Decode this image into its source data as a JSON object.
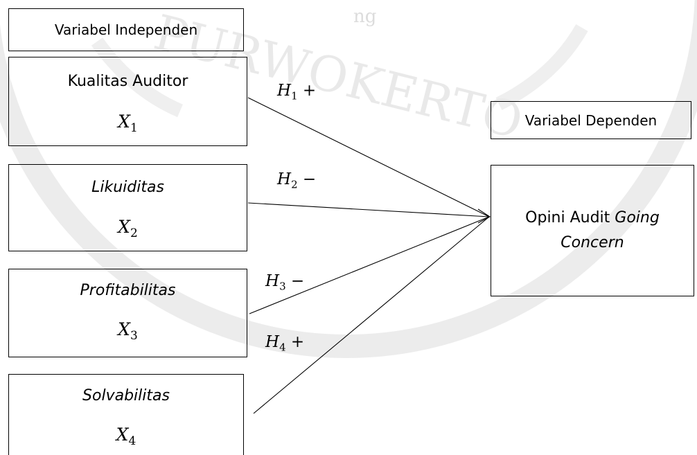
{
  "watermark": {
    "text": "PURWOKERTO",
    "fragment": "ng"
  },
  "independent": {
    "header": "Variabel Independen",
    "variables": [
      {
        "name": "Kualitas Auditor",
        "italic": false,
        "symbol": "X",
        "subscript": "1"
      },
      {
        "name": "Likuiditas",
        "italic": true,
        "symbol": "X",
        "subscript": "2"
      },
      {
        "name": "Profitabilitas",
        "italic": true,
        "symbol": "X",
        "subscript": "3"
      },
      {
        "name": "Solvabilitas",
        "italic": true,
        "symbol": "X",
        "subscript": "4"
      }
    ]
  },
  "hypotheses": [
    {
      "letter": "H",
      "subscript": "1",
      "sign": "+"
    },
    {
      "letter": "H",
      "subscript": "2",
      "sign": "−"
    },
    {
      "letter": "H",
      "subscript": "3",
      "sign": "−"
    },
    {
      "letter": "H",
      "subscript": "4",
      "sign": "+"
    }
  ],
  "dependent": {
    "header": "Variabel Dependen",
    "line1_plain": "Opini Audit ",
    "line1_italic": "Going",
    "line2_italic": "Concern"
  }
}
